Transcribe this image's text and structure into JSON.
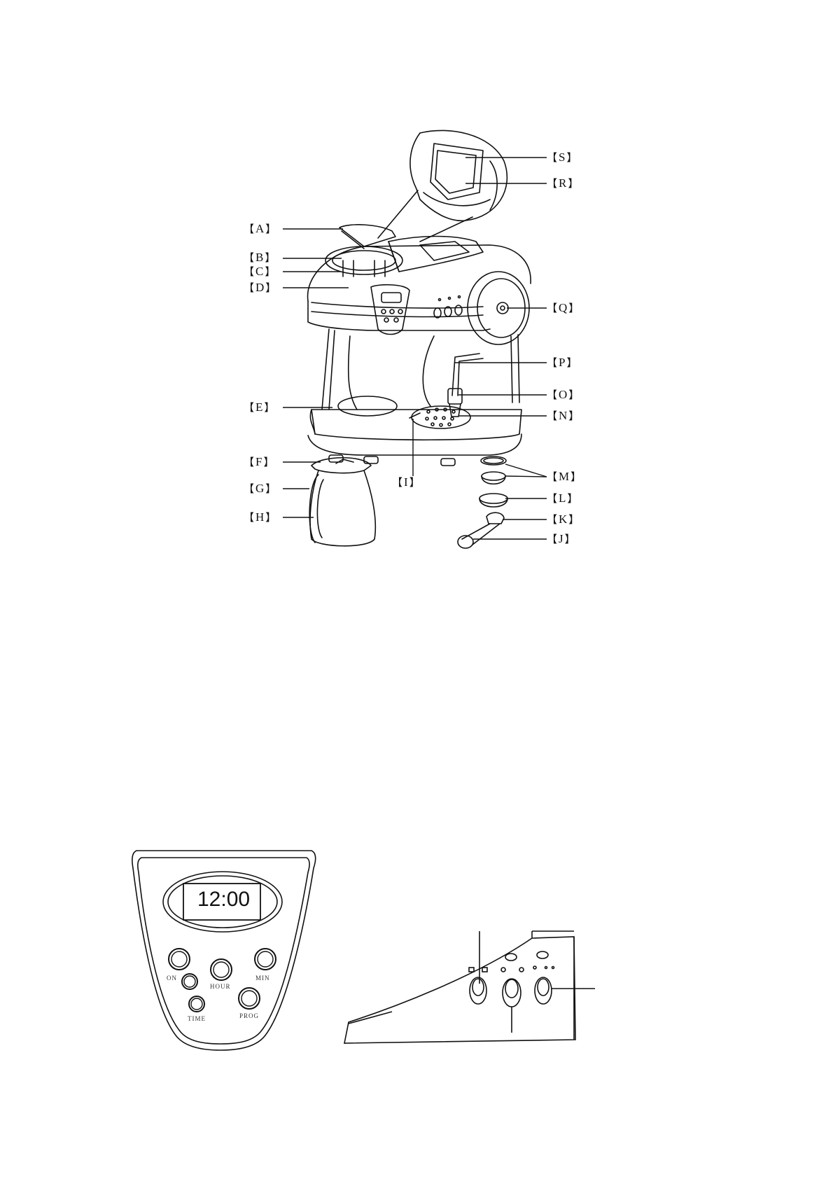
{
  "part_labels": {
    "A": "A",
    "B": "B",
    "C": "C",
    "D": "D",
    "E": "E",
    "F": "F",
    "G": "G",
    "H": "H",
    "I": "I",
    "J": "J",
    "K": "K",
    "L": "L",
    "M": "M",
    "N": "N",
    "O": "O",
    "P": "P",
    "Q": "Q",
    "R": "R",
    "S": "S"
  },
  "bracket_open": "【",
  "bracket_close": "】",
  "control_panel": {
    "display": "12:00",
    "buttons": {
      "on": "ON",
      "hour": "HOUR",
      "min": "MIN",
      "time": "TIME",
      "prog": "PROG"
    }
  }
}
